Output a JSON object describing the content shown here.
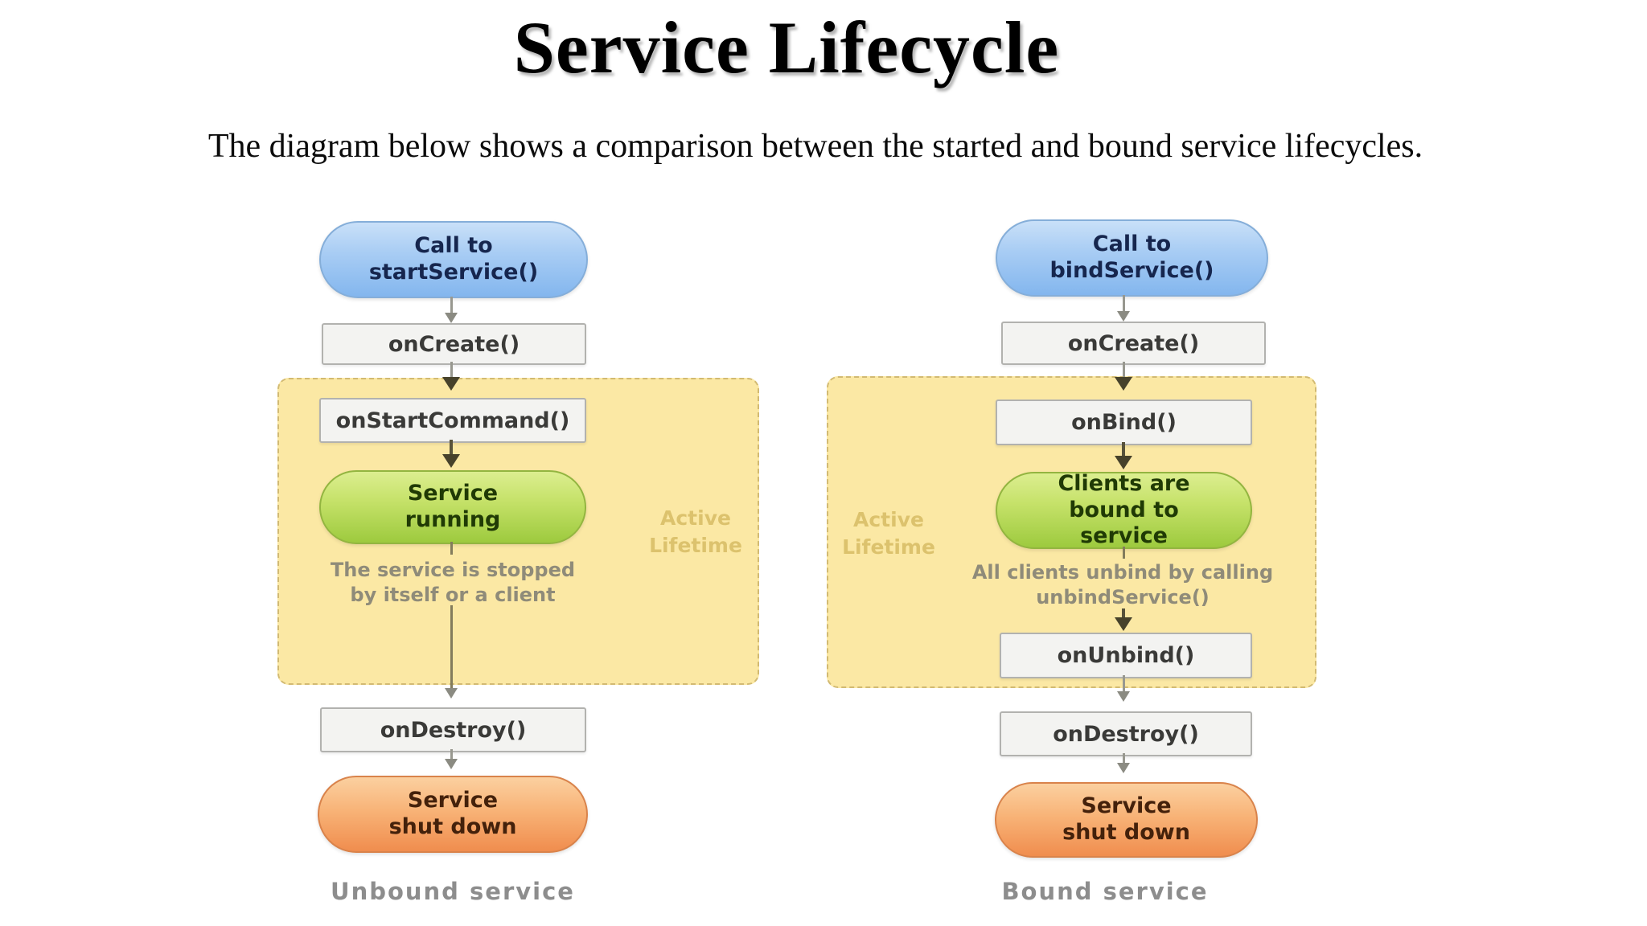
{
  "page": {
    "title": "Service Lifecycle",
    "subtitle": "The diagram below shows a comparison between the started and bound service lifecycles."
  },
  "colors": {
    "start_pill_blue": "#83b6ee",
    "running_pill_green": "#9dca3e",
    "shutdown_pill_orange": "#f08d4e",
    "active_lifetime_panel_yellow": "#fbe8a4",
    "callback_box_gray": "#f3f3f1"
  },
  "unbound": {
    "start_label": "Call to\nstartService()",
    "oncreate_label": "onCreate()",
    "onstartcommand_label": "onStartCommand()",
    "running_label": "Service\nrunning",
    "stop_note": "The service is stopped\nby itself or a client",
    "ondestroy_label": "onDestroy()",
    "shutdown_label": "Service\nshut down",
    "active_lifetime": "Active\nLifetime",
    "caption": "Unbound service"
  },
  "bound": {
    "start_label": "Call to\nbindService()",
    "oncreate_label": "onCreate()",
    "onbind_label": "onBind()",
    "bound_label": "Clients are\nbound to\nservice",
    "unbind_note": "All clients unbind by calling\nunbindService()",
    "onunbind_label": "onUnbind()",
    "ondestroy_label": "onDestroy()",
    "shutdown_label": "Service\nshut down",
    "active_lifetime": "Active\nLifetime",
    "caption": "Bound service"
  }
}
